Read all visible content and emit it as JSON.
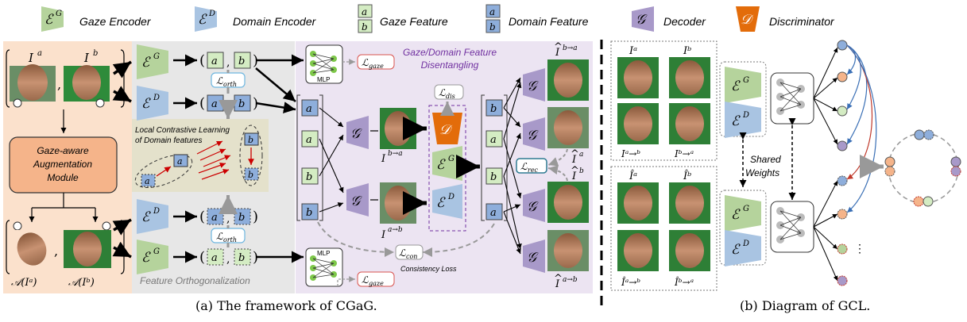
{
  "legend": {
    "gaze_encoder": {
      "symbol": "ℰ",
      "sup": "G",
      "label": "Gaze Encoder"
    },
    "domain_encoder": {
      "symbol": "ℰ",
      "sup": "D",
      "label": "Domain Encoder"
    },
    "gaze_feature": {
      "a": "a",
      "b": "b",
      "label": "Gaze Feature"
    },
    "domain_feature": {
      "a": "a",
      "b": "b",
      "label": "Domain Feature"
    },
    "decoder": {
      "symbol": "𝒢",
      "label": "Decoder"
    },
    "discriminator": {
      "symbol": "𝒟",
      "label": "Discriminator"
    }
  },
  "framework": {
    "input_a": "I",
    "input_a_sup": "a",
    "input_b": "I",
    "input_b_sup": "b",
    "aug_module": [
      "Gaze-aware",
      "Augmentation",
      "Module"
    ],
    "aug_a": "𝒜(Iᵃ)",
    "aug_b": "𝒜(Iᵇ)",
    "loss_orth": "ℒ",
    "loss_orth_sub": "orth",
    "loss_gaze": "ℒ",
    "loss_gaze_sub": "gaze",
    "loss_dis": "ℒ",
    "loss_dis_sub": "dis",
    "loss_rec": "ℒ",
    "loss_rec_sub": "rec",
    "loss_con": "ℒ",
    "loss_con_sub": "con",
    "mlp": "MLP",
    "local_contrastive": [
      "Local Contrastive Learning",
      "of Domain features"
    ],
    "feature_orth": "Feature Orthogonalization",
    "disentangle_title": [
      "Gaze/Domain Feature",
      "Disentangling"
    ],
    "consistency_loss": "Consistency Loss",
    "swap_ba": "I",
    "swap_ba_sup": "b→a",
    "swap_ab": "I",
    "swap_ab_sup": "a→b",
    "rec_a_sup": "a",
    "rec_b_sup": "b",
    "out_ba_sup": "b→a",
    "out_ab_sup": "a→b",
    "comma": ","
  },
  "gcl": {
    "top_labels": [
      "Iᵃ",
      "Iᵇ",
      "Iᵃ→ᵇ",
      "Iᵇ→ᵃ"
    ],
    "bottom_labels": [
      "Îᵃ",
      "Îᵇ",
      "Îᵃ→ᵇ",
      "Îᵇ→ᵃ"
    ],
    "shared_weights": [
      "Shared",
      "Weights"
    ],
    "dots": "⋮"
  },
  "captions": {
    "a": "(a) The framework of CGaG.",
    "b": "(b) Diagram of GCL."
  },
  "colors": {
    "gaze_encoder": "#b5d39c",
    "domain_encoder": "#a9c4e2",
    "gaze_feature": "#d4ecc3",
    "domain_feature": "#8eaedb",
    "decoder": "#a899c9",
    "discriminator": "#e36c0a",
    "aug_panel": "#fbe1cc",
    "aug_module": "#f5b48a",
    "orth_panel": "#e7e7e7",
    "local_panel": "#e4e1cb",
    "disentangle_panel": "#ece4f2",
    "purple_text": "#7030a0",
    "rec_box": "#2e7b92"
  }
}
